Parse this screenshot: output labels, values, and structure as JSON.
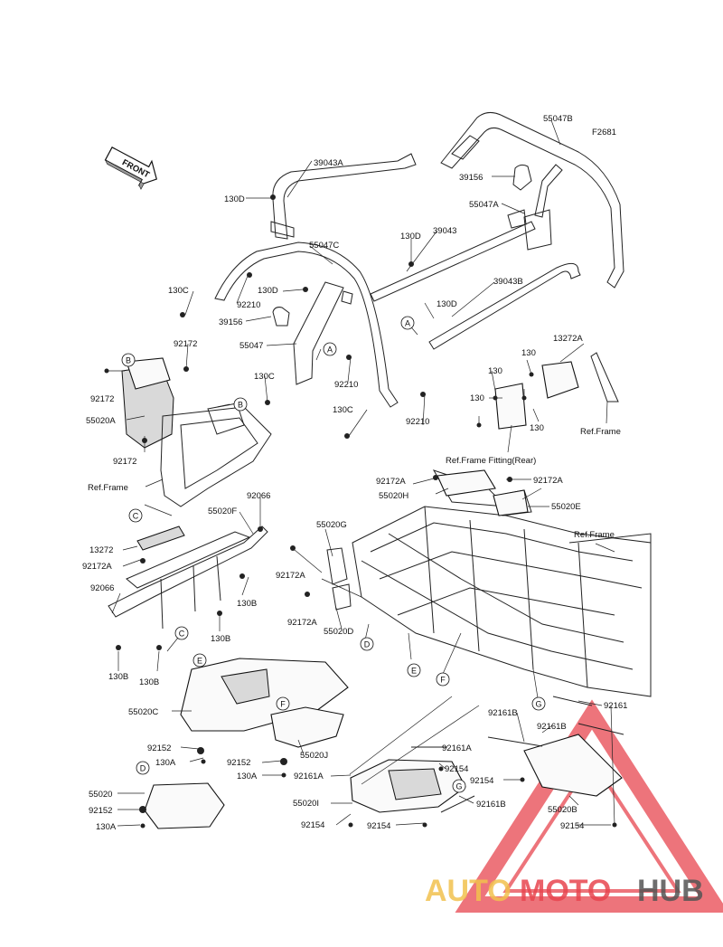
{
  "figure_code": "F2681",
  "front_label": "FRONT",
  "callout_letters": {
    "a": "A",
    "b": "B",
    "c": "C",
    "d": "D",
    "e": "E",
    "f": "F",
    "g": "G"
  },
  "parts": {
    "p39043A": "39043A",
    "p130D": "130D",
    "p55047C": "55047C",
    "p39043": "39043",
    "p55047B": "55047B",
    "p39156": "39156",
    "p55047A": "55047A",
    "p39043B": "39043B",
    "p130C": "130C",
    "p92210": "92210",
    "p55047": "55047",
    "p92172": "92172",
    "p55020A": "55020A",
    "p130": "130",
    "p13272A": "13272A",
    "p92066": "92066",
    "p55020F": "55020F",
    "p13272": "13272",
    "p92172A": "92172A",
    "p55020H": "55020H",
    "p55020E": "55020E",
    "p55020G": "55020G",
    "p55020D": "55020D",
    "p130B": "130B",
    "p55020C": "55020C",
    "p92152": "92152",
    "p130A": "130A",
    "p55020J": "55020J",
    "p55020": "55020",
    "p92161": "92161",
    "p92161B": "92161B",
    "p92161A": "92161A",
    "p92154": "92154",
    "p55020I": "55020I",
    "p55020B": "55020B"
  },
  "references": {
    "ref_frame": "Ref.Frame",
    "ref_frame_fitting_rear": "Ref.Frame Fitting(Rear)"
  },
  "watermark": {
    "auto": "AUTO",
    "moto": "MOTO",
    "hub": "HUB",
    "colors": {
      "auto": "#f2c14e",
      "moto": "#e8464f",
      "hub": "#555555"
    }
  }
}
